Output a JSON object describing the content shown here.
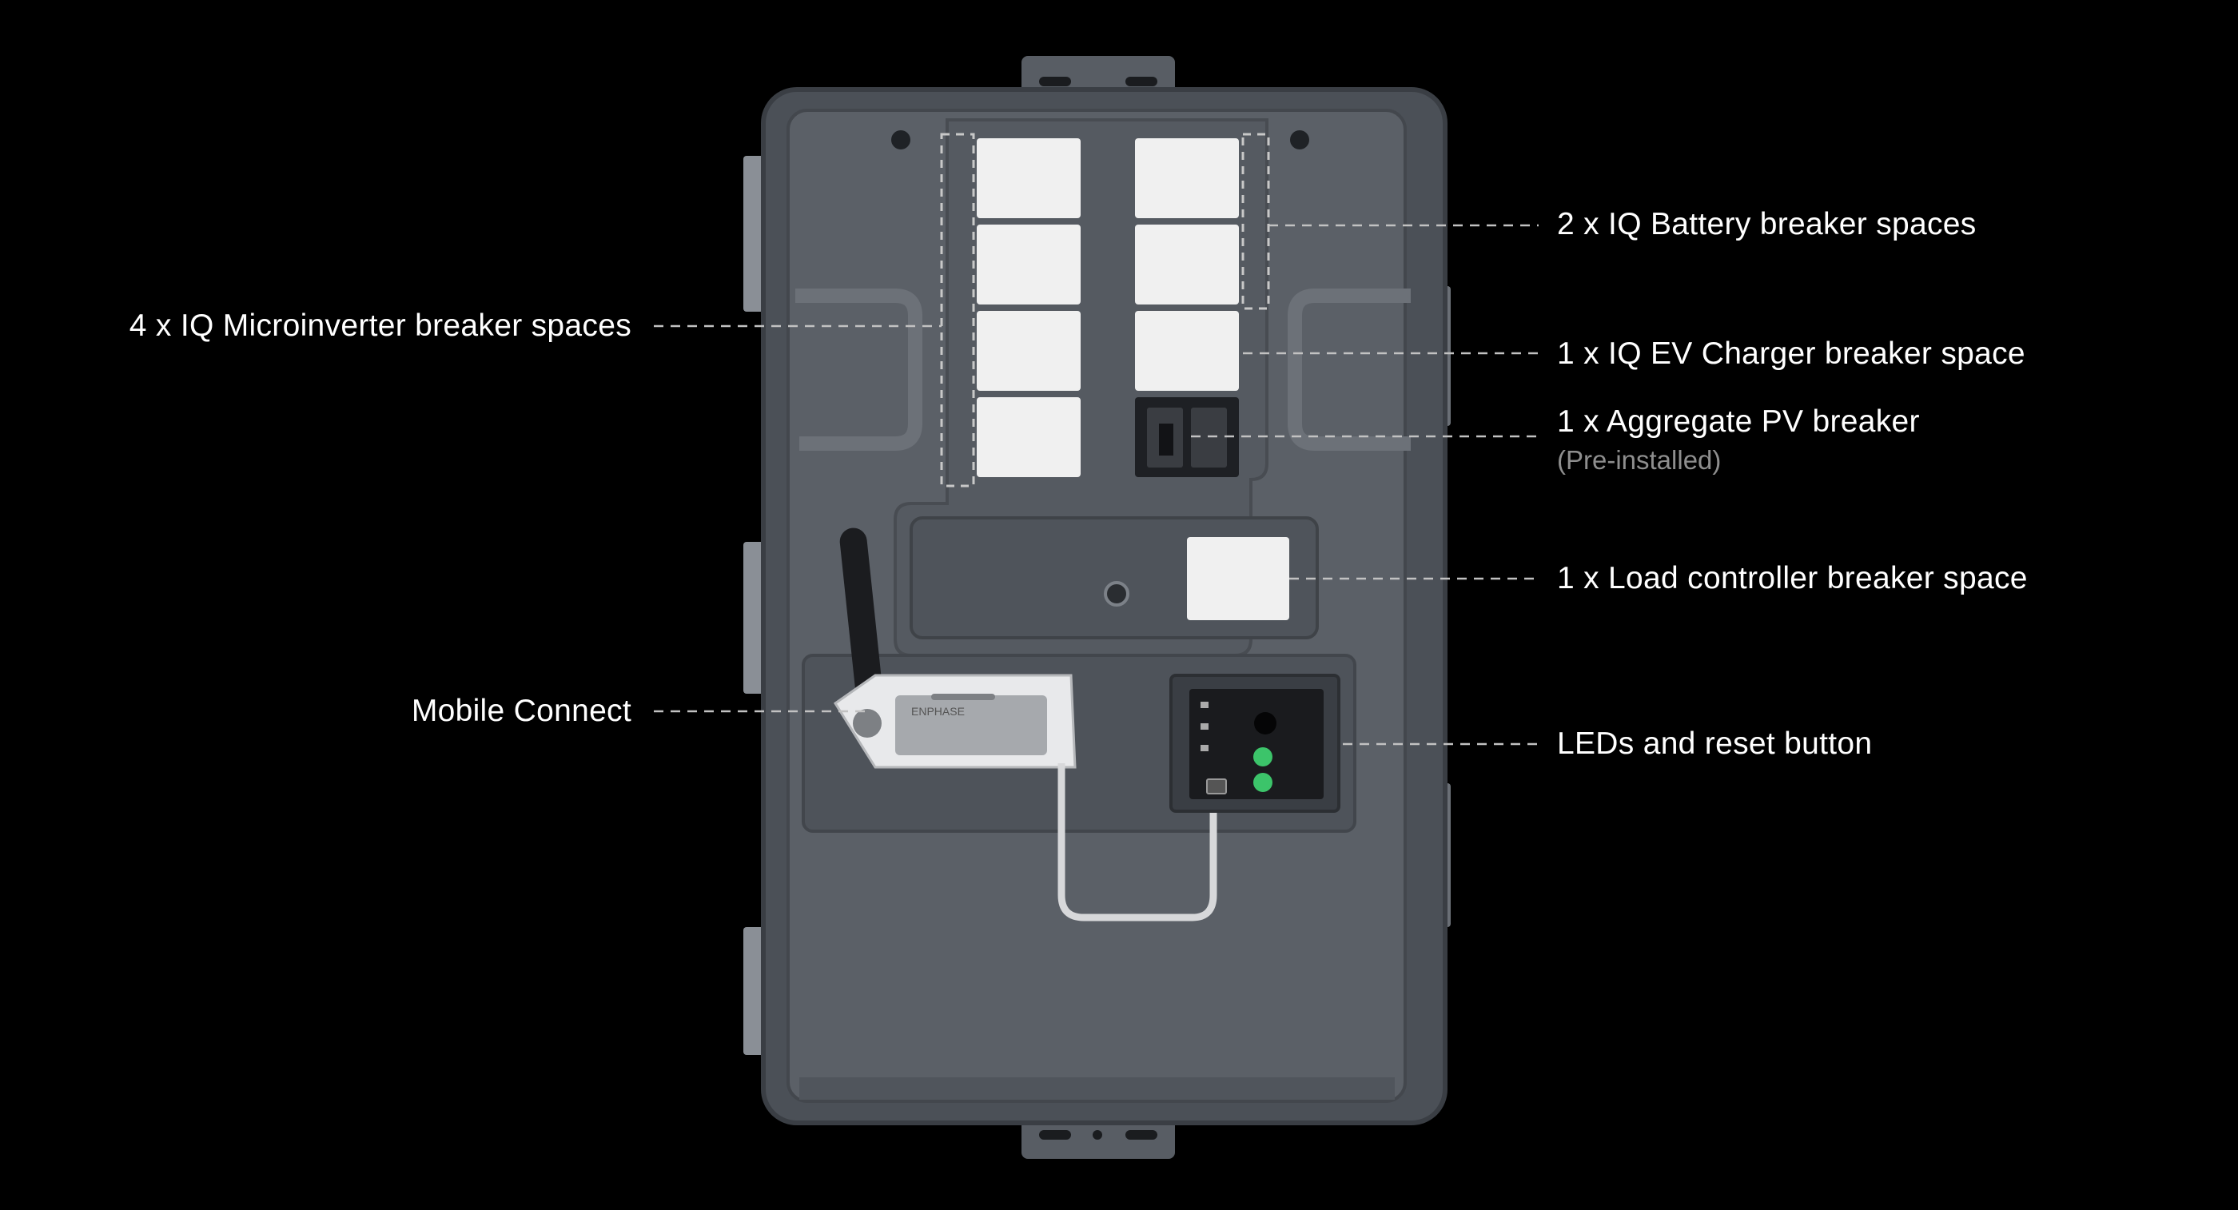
{
  "colors": {
    "background": "#000000",
    "enclosure": "#4a4f56",
    "panel": "#5d626a",
    "breaker_space": "#efefef",
    "led": "#3cc46a",
    "label_text": "#ffffff",
    "sub_text": "#8e8e8e",
    "leader_line": "#bdbdbd"
  },
  "callouts": {
    "microinverter": "4 x IQ Microinverter breaker spaces",
    "battery": "2 x IQ Battery breaker spaces",
    "ev_charger": "1 x IQ EV Charger breaker space",
    "pv_breaker": "1 x Aggregate PV breaker",
    "pv_breaker_note": "(Pre-installed)",
    "load_controller": "1 x Load controller breaker space",
    "mobile_connect": "Mobile Connect",
    "leds": "LEDs and reset button"
  },
  "device": {
    "modem_brand": "ENPHASE",
    "led_icons": [
      "led-indicator-icon",
      "reset-button-icon"
    ]
  }
}
